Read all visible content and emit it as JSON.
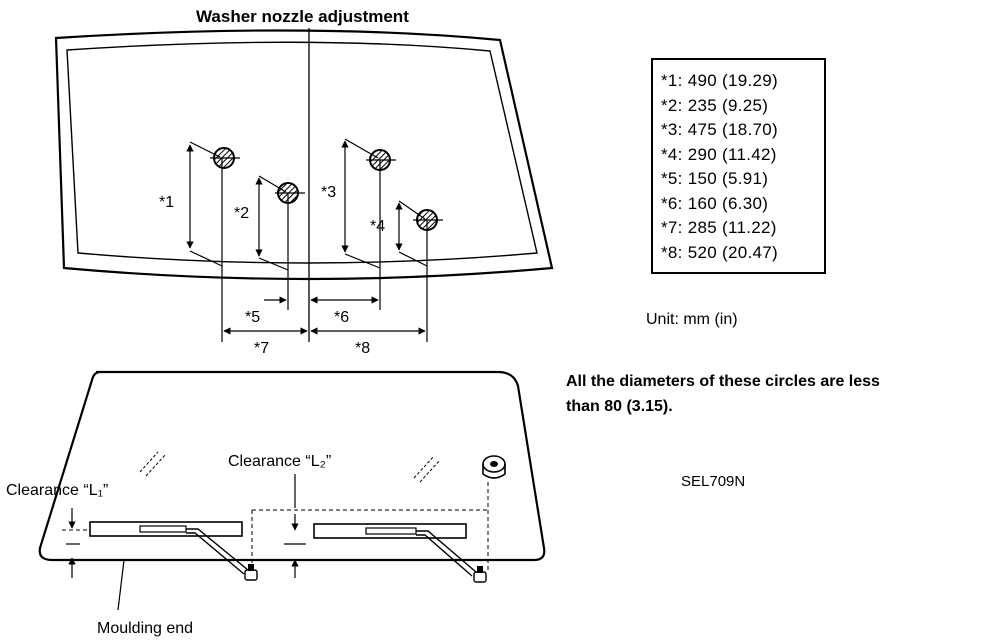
{
  "title": "Washer nozzle adjustment",
  "marker_labels": [
    "*1",
    "*2",
    "*3",
    "*4",
    "*5",
    "*6",
    "*7",
    "*8"
  ],
  "spec_table": [
    {
      "key": "*1",
      "value": "490 (19.29)"
    },
    {
      "key": "*2",
      "value": "235 (9.25)"
    },
    {
      "key": "*3",
      "value": "475 (18.70)"
    },
    {
      "key": "*4",
      "value": "290 (11.42)"
    },
    {
      "key": "*5",
      "value": "150 (5.91)"
    },
    {
      "key": "*6",
      "value": "160 (6.30)"
    },
    {
      "key": "*7",
      "value": "285 (11.22)"
    },
    {
      "key": "*8",
      "value": "520 (20.47)"
    }
  ],
  "unit": "Unit: mm (in)",
  "note_line1": "All the diameters of these circles are less",
  "note_line2": "than 80 (3.15).",
  "figure_code": "SEL709N",
  "clearance_l1": "Clearance “L₁”",
  "clearance_l2": "Clearance “L₂”",
  "moulding_end": "Moulding end"
}
